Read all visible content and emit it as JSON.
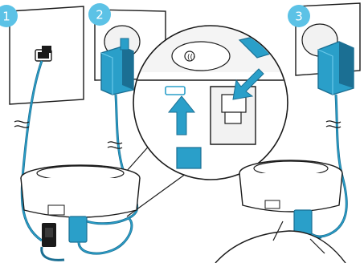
{
  "steps": [
    {
      "number": "1"
    },
    {
      "number": "2"
    },
    {
      "number": "3"
    }
  ],
  "colors": {
    "accent": "#2a9fc9",
    "accent_dark": "#1b6f93",
    "badge": "#5cc2e6",
    "outline": "#1a1a1a",
    "wall": "#ffffff",
    "shadow": "#e6e6e6"
  },
  "icons": [
    "phone-jack-icon",
    "power-adapter-icon",
    "base-station-icon",
    "arrow-icon",
    "wall-socket-icon"
  ]
}
